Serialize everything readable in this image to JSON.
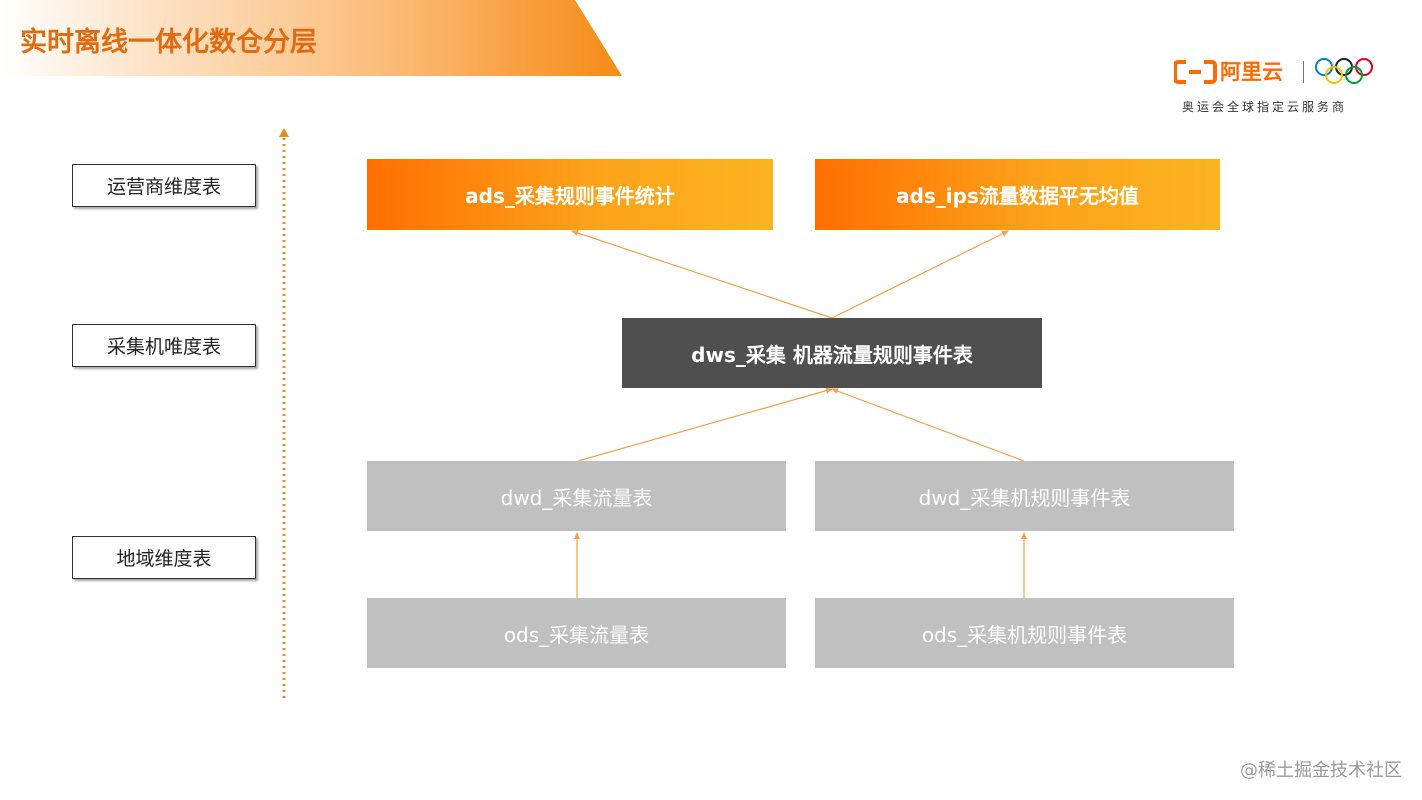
{
  "title": "实时离线一体化数仓分层",
  "logo": {
    "brand": "阿里云",
    "subtitle": "奥运会全球指定云服务商",
    "brand_mark_icon": "aliyun-bracket-logo-icon",
    "olympic_icon": "olympic-rings-icon"
  },
  "dimension_tables": [
    "运营商维度表",
    "采集机唯度表",
    "地域维度表"
  ],
  "layers": {
    "ads": [
      "ads_采集规则事件统计",
      "ads_ips流量数据平无均值"
    ],
    "dws": "dws_采集 机器流量规则事件表",
    "dwd": [
      "dwd_采集流量表",
      "dwd_采集机规则事件表"
    ],
    "ods": [
      "ods_采集流量表",
      "ods_采集机规则事件表"
    ]
  },
  "colors": {
    "accent_orange": "#ff6a00",
    "arrow_orange": "#f5a04a",
    "dws_dark": "#4f4f4f",
    "light_gray": "#c0c0c0"
  },
  "watermark": "@稀土掘金技术社区"
}
